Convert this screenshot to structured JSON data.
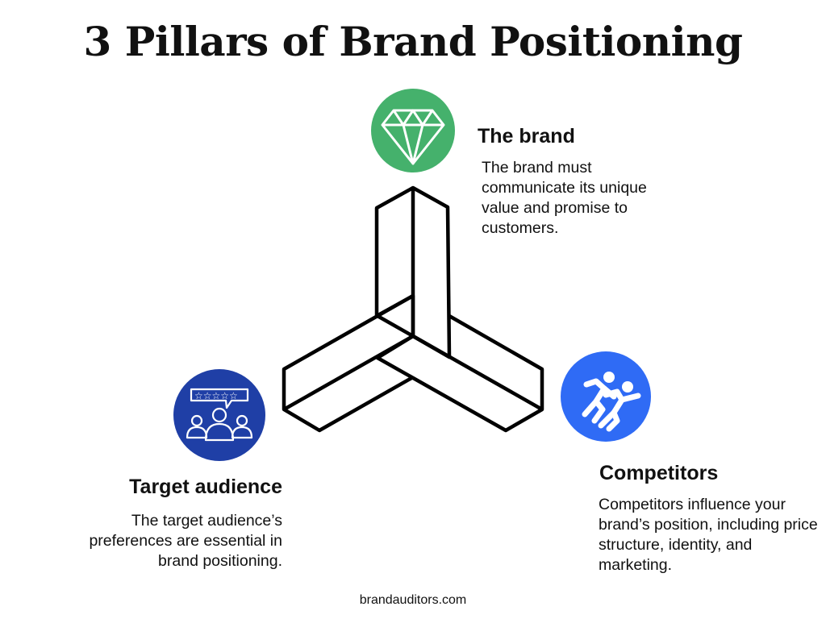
{
  "title": "3 Pillars of Brand Positioning",
  "colors": {
    "brand": "#45b16c",
    "audience": "#1f3fa6",
    "competitors": "#2f6bf5"
  },
  "pillars": [
    {
      "icon": "diamond-icon",
      "heading": "The brand",
      "text": "The brand must communicate its unique value and promise to customers."
    },
    {
      "icon": "audience-rating-icon",
      "heading": "Target audience",
      "text": "The target audience’s preferences are essential in brand positioning."
    },
    {
      "icon": "runners-icon",
      "heading": "Competitors",
      "text": "Competitors influence your brand’s position, including price structure, identity, and marketing."
    }
  ],
  "footer": "brandauditors.com"
}
